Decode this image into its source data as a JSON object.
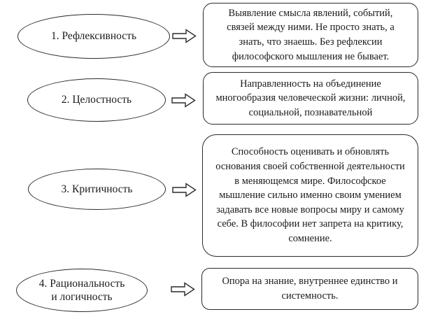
{
  "colors": {
    "stroke": "#2a2a2a",
    "text": "#1a1a1a",
    "background": "#ffffff"
  },
  "diagram": {
    "rows": [
      {
        "label": "1. Рефлексивность",
        "description": "Выявление смысла явлений, событий, связей между ними. Не просто знать, а знать, что знаешь. Без рефлексии философского мышления не бывает."
      },
      {
        "label": "2. Целостность",
        "description": "Направленность на объединение многообразия человеческой жизни: личной, социальной, познавательной"
      },
      {
        "label": "3. Критичность",
        "description": "Способность оценивать и обновлять основания своей собственной деятельности в меняющемся мире. Философское мышление сильно именно своим умением задавать все новые вопросы миру и самому себе. В философии нет запрета на критику, сомнение."
      },
      {
        "label": "4. Рациональность и логичность",
        "description": "Опора на знание, внутреннее единство и системность."
      }
    ]
  }
}
